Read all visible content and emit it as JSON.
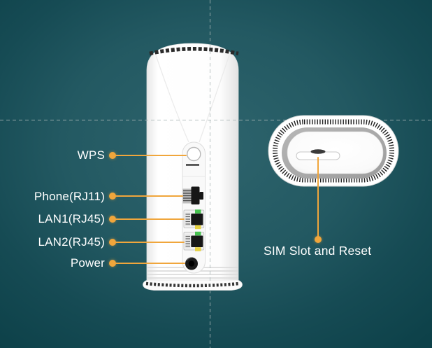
{
  "callouts": {
    "wps": {
      "label": "WPS"
    },
    "phone": {
      "label": "Phone(RJ11)"
    },
    "lan1": {
      "label": "LAN1(RJ45)"
    },
    "lan2": {
      "label": "LAN2(RJ45)"
    },
    "power": {
      "label": "Power"
    },
    "sim": {
      "label": "SIM Slot and Reset"
    }
  },
  "colors": {
    "background_center": "#2E646D",
    "background_edge": "#0D4149",
    "leader_line": "#F0A63C",
    "label_text": "#FFFFFF",
    "crosshair_dash": "#A9B6B6",
    "device_body": "#FBFBFB",
    "top_ring_gray": "#A9A9A9",
    "led_green": "#46C24F",
    "led_yellow": "#E6D13F",
    "port_black": "#161616"
  }
}
